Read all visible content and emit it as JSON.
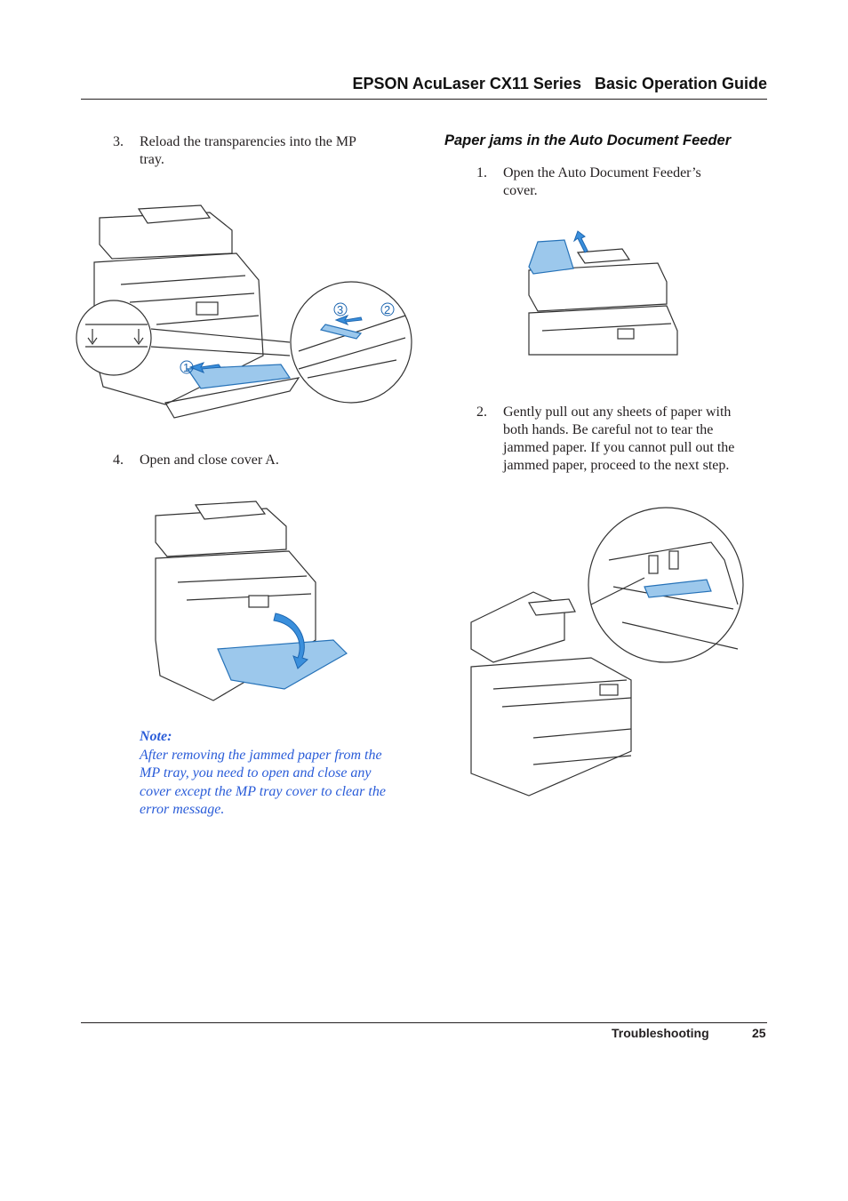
{
  "header": {
    "title": "EPSON AcuLaser CX11 Series   Basic Operation Guide"
  },
  "left_column": {
    "step3": {
      "number": "3.",
      "text": [
        "Reload the transparencies into the MP",
        "tray."
      ]
    },
    "step4": {
      "number": "4.",
      "text": [
        "Open and close cover A."
      ]
    },
    "note": {
      "label": "Note:",
      "text": [
        "After removing the jammed paper from the",
        "MP tray, you need to open and close any",
        "cover except the MP tray cover to clear the",
        "error message."
      ]
    },
    "callouts": {
      "c1": "1",
      "c2": "2",
      "c3": "3"
    }
  },
  "right_column": {
    "section_title": "Paper jams in the Auto Document Feeder",
    "step1": {
      "number": "1.",
      "text": [
        "Open the Auto Document Feeder’s",
        "cover."
      ]
    },
    "step2": {
      "number": "2.",
      "text": [
        "Gently pull out any sheets of paper with",
        "both hands. Be careful not to tear the",
        "jammed paper. If you cannot pull out the",
        "jammed paper, proceed to the next step."
      ]
    }
  },
  "footer": {
    "section": "Troubleshooting",
    "page": "25"
  }
}
